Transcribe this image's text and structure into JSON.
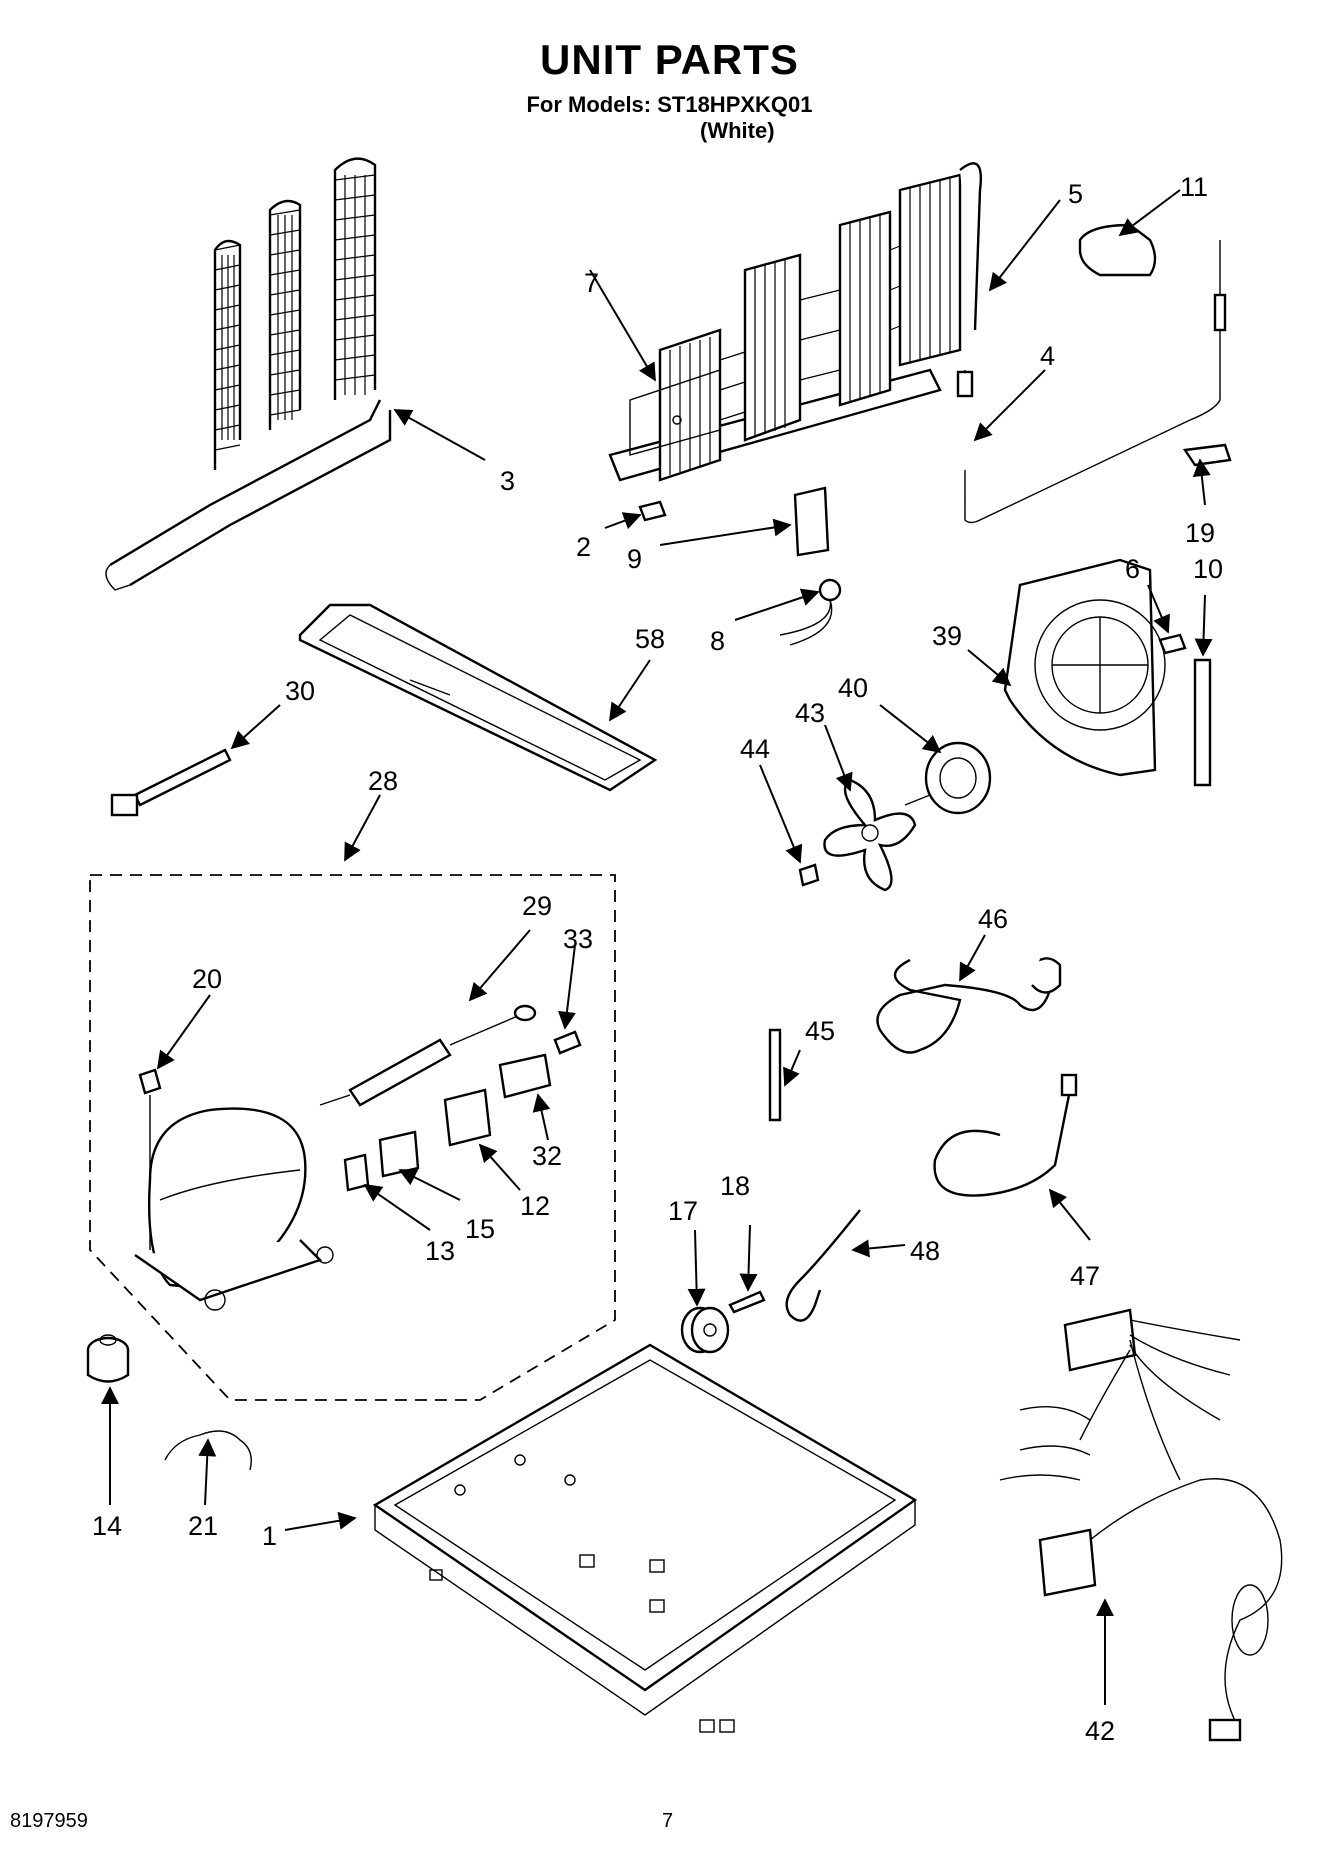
{
  "header": {
    "title": "UNIT PARTS",
    "models_line": "For Models: ST18HPXKQ01",
    "color": "(White)"
  },
  "footer": {
    "document_number": "8197959",
    "page_number": "7"
  },
  "callouts": {
    "c1": "1",
    "c2": "2",
    "c3": "3",
    "c4": "4",
    "c5": "5",
    "c6": "6",
    "c7": "7",
    "c8": "8",
    "c9": "9",
    "c10": "10",
    "c11": "11",
    "c12": "12",
    "c13": "13",
    "c14": "14",
    "c15": "15",
    "c17": "17",
    "c18": "18",
    "c19": "19",
    "c20": "20",
    "c21": "21",
    "c28": "28",
    "c29": "29",
    "c30": "30",
    "c32": "32",
    "c33": "33",
    "c39": "39",
    "c40": "40",
    "c42": "42",
    "c43": "43",
    "c44": "44",
    "c45": "45",
    "c46": "46",
    "c47": "47",
    "c48": "48",
    "c58": "58"
  }
}
